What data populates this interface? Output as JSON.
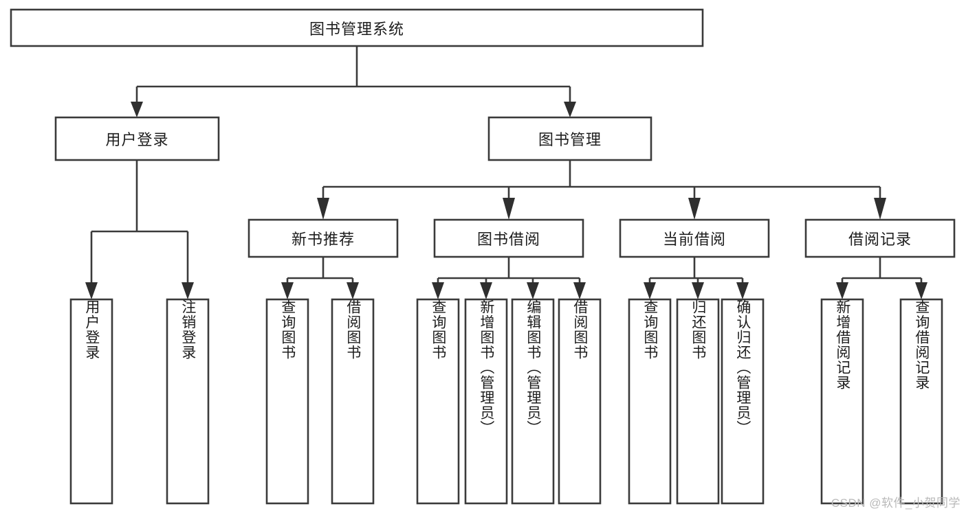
{
  "diagram": {
    "type": "tree-hierarchy",
    "title": "图书管理系统",
    "watermark": "CSDN @软件_小贺同学",
    "colors": {
      "box_stroke": "#3a3a3a",
      "box_fill": "#ffffff",
      "connector": "#3a3a3a",
      "text": "#1d1d1d",
      "watermark": "#b9b9b9",
      "background": "#ffffff"
    },
    "root": {
      "label": "图书管理系统"
    },
    "level2": [
      {
        "label": "用户登录"
      },
      {
        "label": "图书管理"
      }
    ],
    "level3": [
      {
        "label": "新书推荐"
      },
      {
        "label": "图书借阅"
      },
      {
        "label": "当前借阅"
      },
      {
        "label": "借阅记录"
      }
    ],
    "leaves": {
      "user_login": [
        {
          "label": "用户登录"
        },
        {
          "label": "注销登录"
        }
      ],
      "new_book_recommend": [
        {
          "label": "查询图书"
        },
        {
          "label": "借阅图书"
        }
      ],
      "book_borrow": [
        {
          "label": "查询图书"
        },
        {
          "label": "新增图书（管理员）"
        },
        {
          "label": "编辑图书（管理员）"
        },
        {
          "label": "借阅图书"
        }
      ],
      "current_borrow": [
        {
          "label": "查询图书"
        },
        {
          "label": "归还图书"
        },
        {
          "label": "确认归还（管理员）"
        }
      ],
      "borrow_record": [
        {
          "label": "新增借阅记录"
        },
        {
          "label": "查询借阅记录"
        }
      ]
    }
  }
}
